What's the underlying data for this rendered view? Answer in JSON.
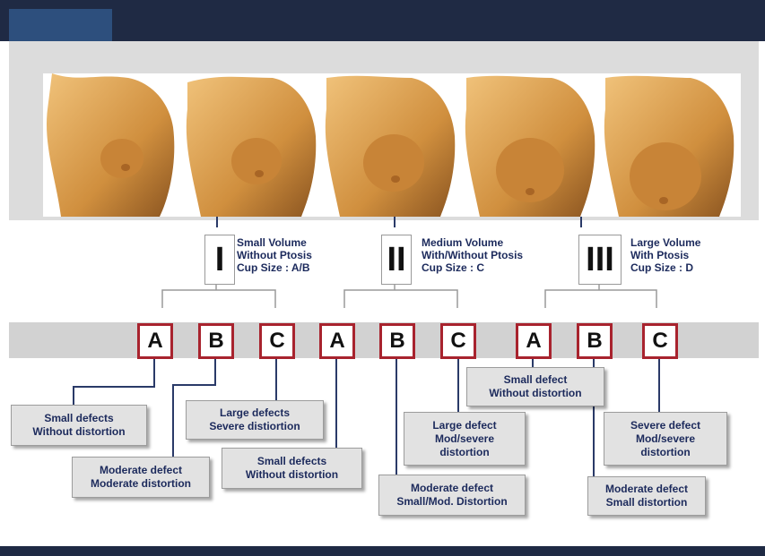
{
  "classes": [
    {
      "numeral": "I",
      "line1": "Small Volume",
      "line2": "Without Ptosis",
      "line3": "Cup Size : A/B"
    },
    {
      "numeral": "II",
      "line1": "Medium Volume",
      "line2": "With/Without Ptosis",
      "line3": "Cup Size : C"
    },
    {
      "numeral": "III",
      "line1": "Large Volume",
      "line2": "With Ptosis",
      "line3": "Cup Size : D"
    }
  ],
  "subtypes": [
    "A",
    "B",
    "C",
    "A",
    "B",
    "C",
    "A",
    "B",
    "C"
  ],
  "defects": [
    {
      "line1": "Small defects",
      "line2": "Without distortion"
    },
    {
      "line1": "Moderate defect",
      "line2": "Moderate distortion"
    },
    {
      "line1": "Large defects",
      "line2": "Severe distiortion"
    },
    {
      "line1": "Small defects",
      "line2": "Without distortion"
    },
    {
      "line1": "Moderate defect",
      "line2": "Small/Mod. Distortion"
    },
    {
      "line1": "Large defect",
      "line2": "Mod/severe",
      "line3": "distortion"
    },
    {
      "line1": "Small defect",
      "line2": "Without distortion"
    },
    {
      "line1": "Moderate defect",
      "line2": "Small distortion"
    },
    {
      "line1": "Severe defect",
      "line2": "Mod/severe",
      "line3": "distortion"
    }
  ],
  "colors": {
    "header": "#1f2a44",
    "header_accent": "#2d4f7d",
    "letter_border": "#a8232e",
    "label_text": "#1c2a5c",
    "skin": "#d9a15a"
  },
  "figure_icon": "torso-illustration"
}
